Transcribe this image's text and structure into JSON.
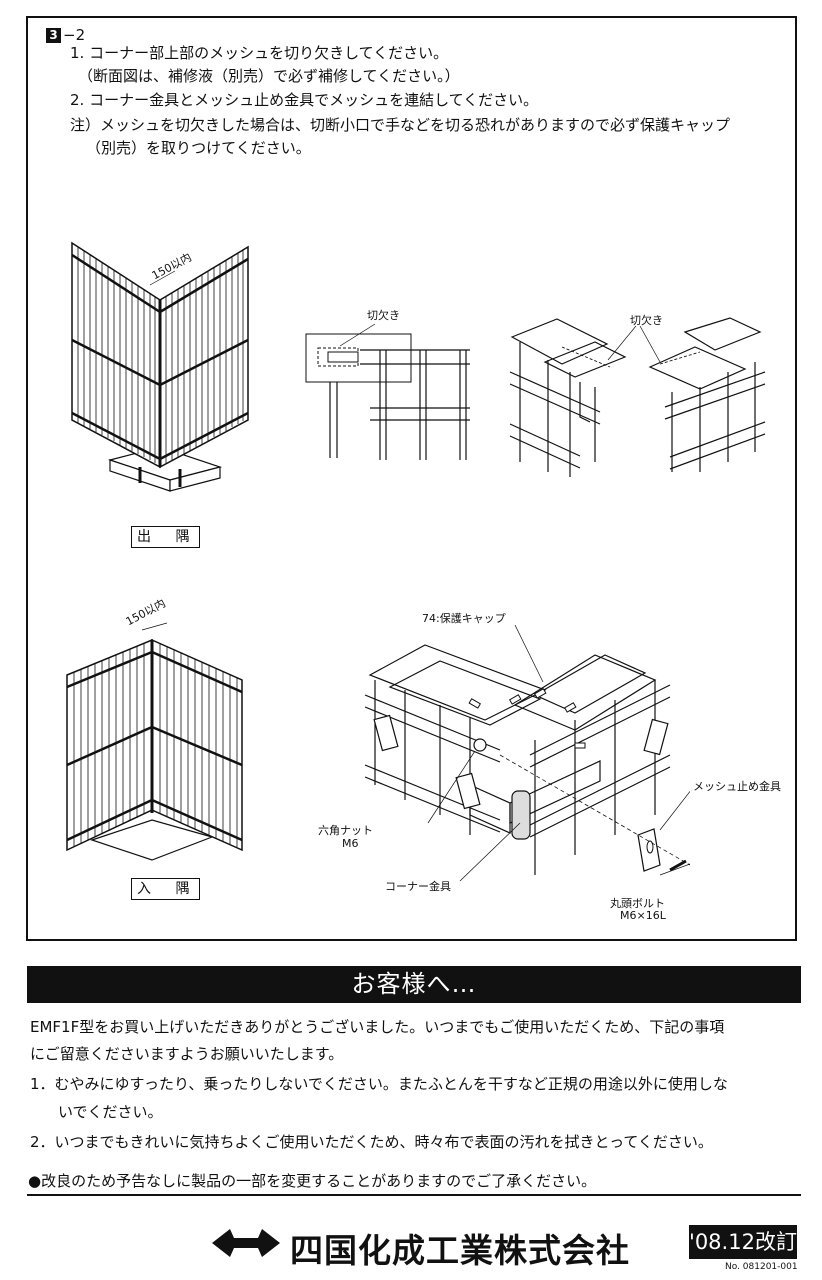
{
  "step": {
    "number": "3",
    "suffix": "−2"
  },
  "instructions": [
    "1. コーナー部上部のメッシュを切り欠きしてください。",
    "（断面図は、補修液（別売）で必ず補修してください。）",
    "2. コーナー金具とメッシュ止め金具でメッシュを連結してください。",
    "注）メッシュを切欠きした場合は、切断小口で手などを切る恐れがありますので必ず保護キャップ",
    "（別売）を取りつけてください。"
  ],
  "figures": {
    "outer_corner": {
      "dim": "150以内",
      "label": "出 隅"
    },
    "notch_left": {
      "label": "切欠き"
    },
    "notch_right": {
      "label": "切欠き"
    },
    "inner_corner": {
      "dim": "150以内",
      "label": "入 隅"
    },
    "assembly": {
      "cap": "74:保護キャップ",
      "clip": "メッシュ止め金具",
      "nut": "六角ナット",
      "nut_size": "M6",
      "corner": "コーナー金具",
      "bolt": "丸頭ボルト",
      "bolt_size": "M6×16L"
    }
  },
  "customer_notice": {
    "title": "お客様へ…",
    "intro_line1": "EMF1F型をお買い上げいただきありがとうございました。いつまでもご使用いただくため、下記の事項",
    "intro_line2": "にご留意くださいますようお願いいたします。",
    "item1_line1": "1．むやみにゆすったり、乗ったりしないでください。またふとんを干すなど正規の用途以外に使用しな",
    "item1_line2": "いでください。",
    "item2": "2．いつまでもきれいに気持ちよくご使用いただくため、時々布で表面の汚れを拭きとってください。",
    "improvement": "●改良のため予告なしに製品の一部を変更することがありますのでご了承ください。"
  },
  "footer": {
    "company": "四国化成工業株式会社",
    "revision": "'08.12改訂",
    "doc_no": "No. 081201-001"
  }
}
